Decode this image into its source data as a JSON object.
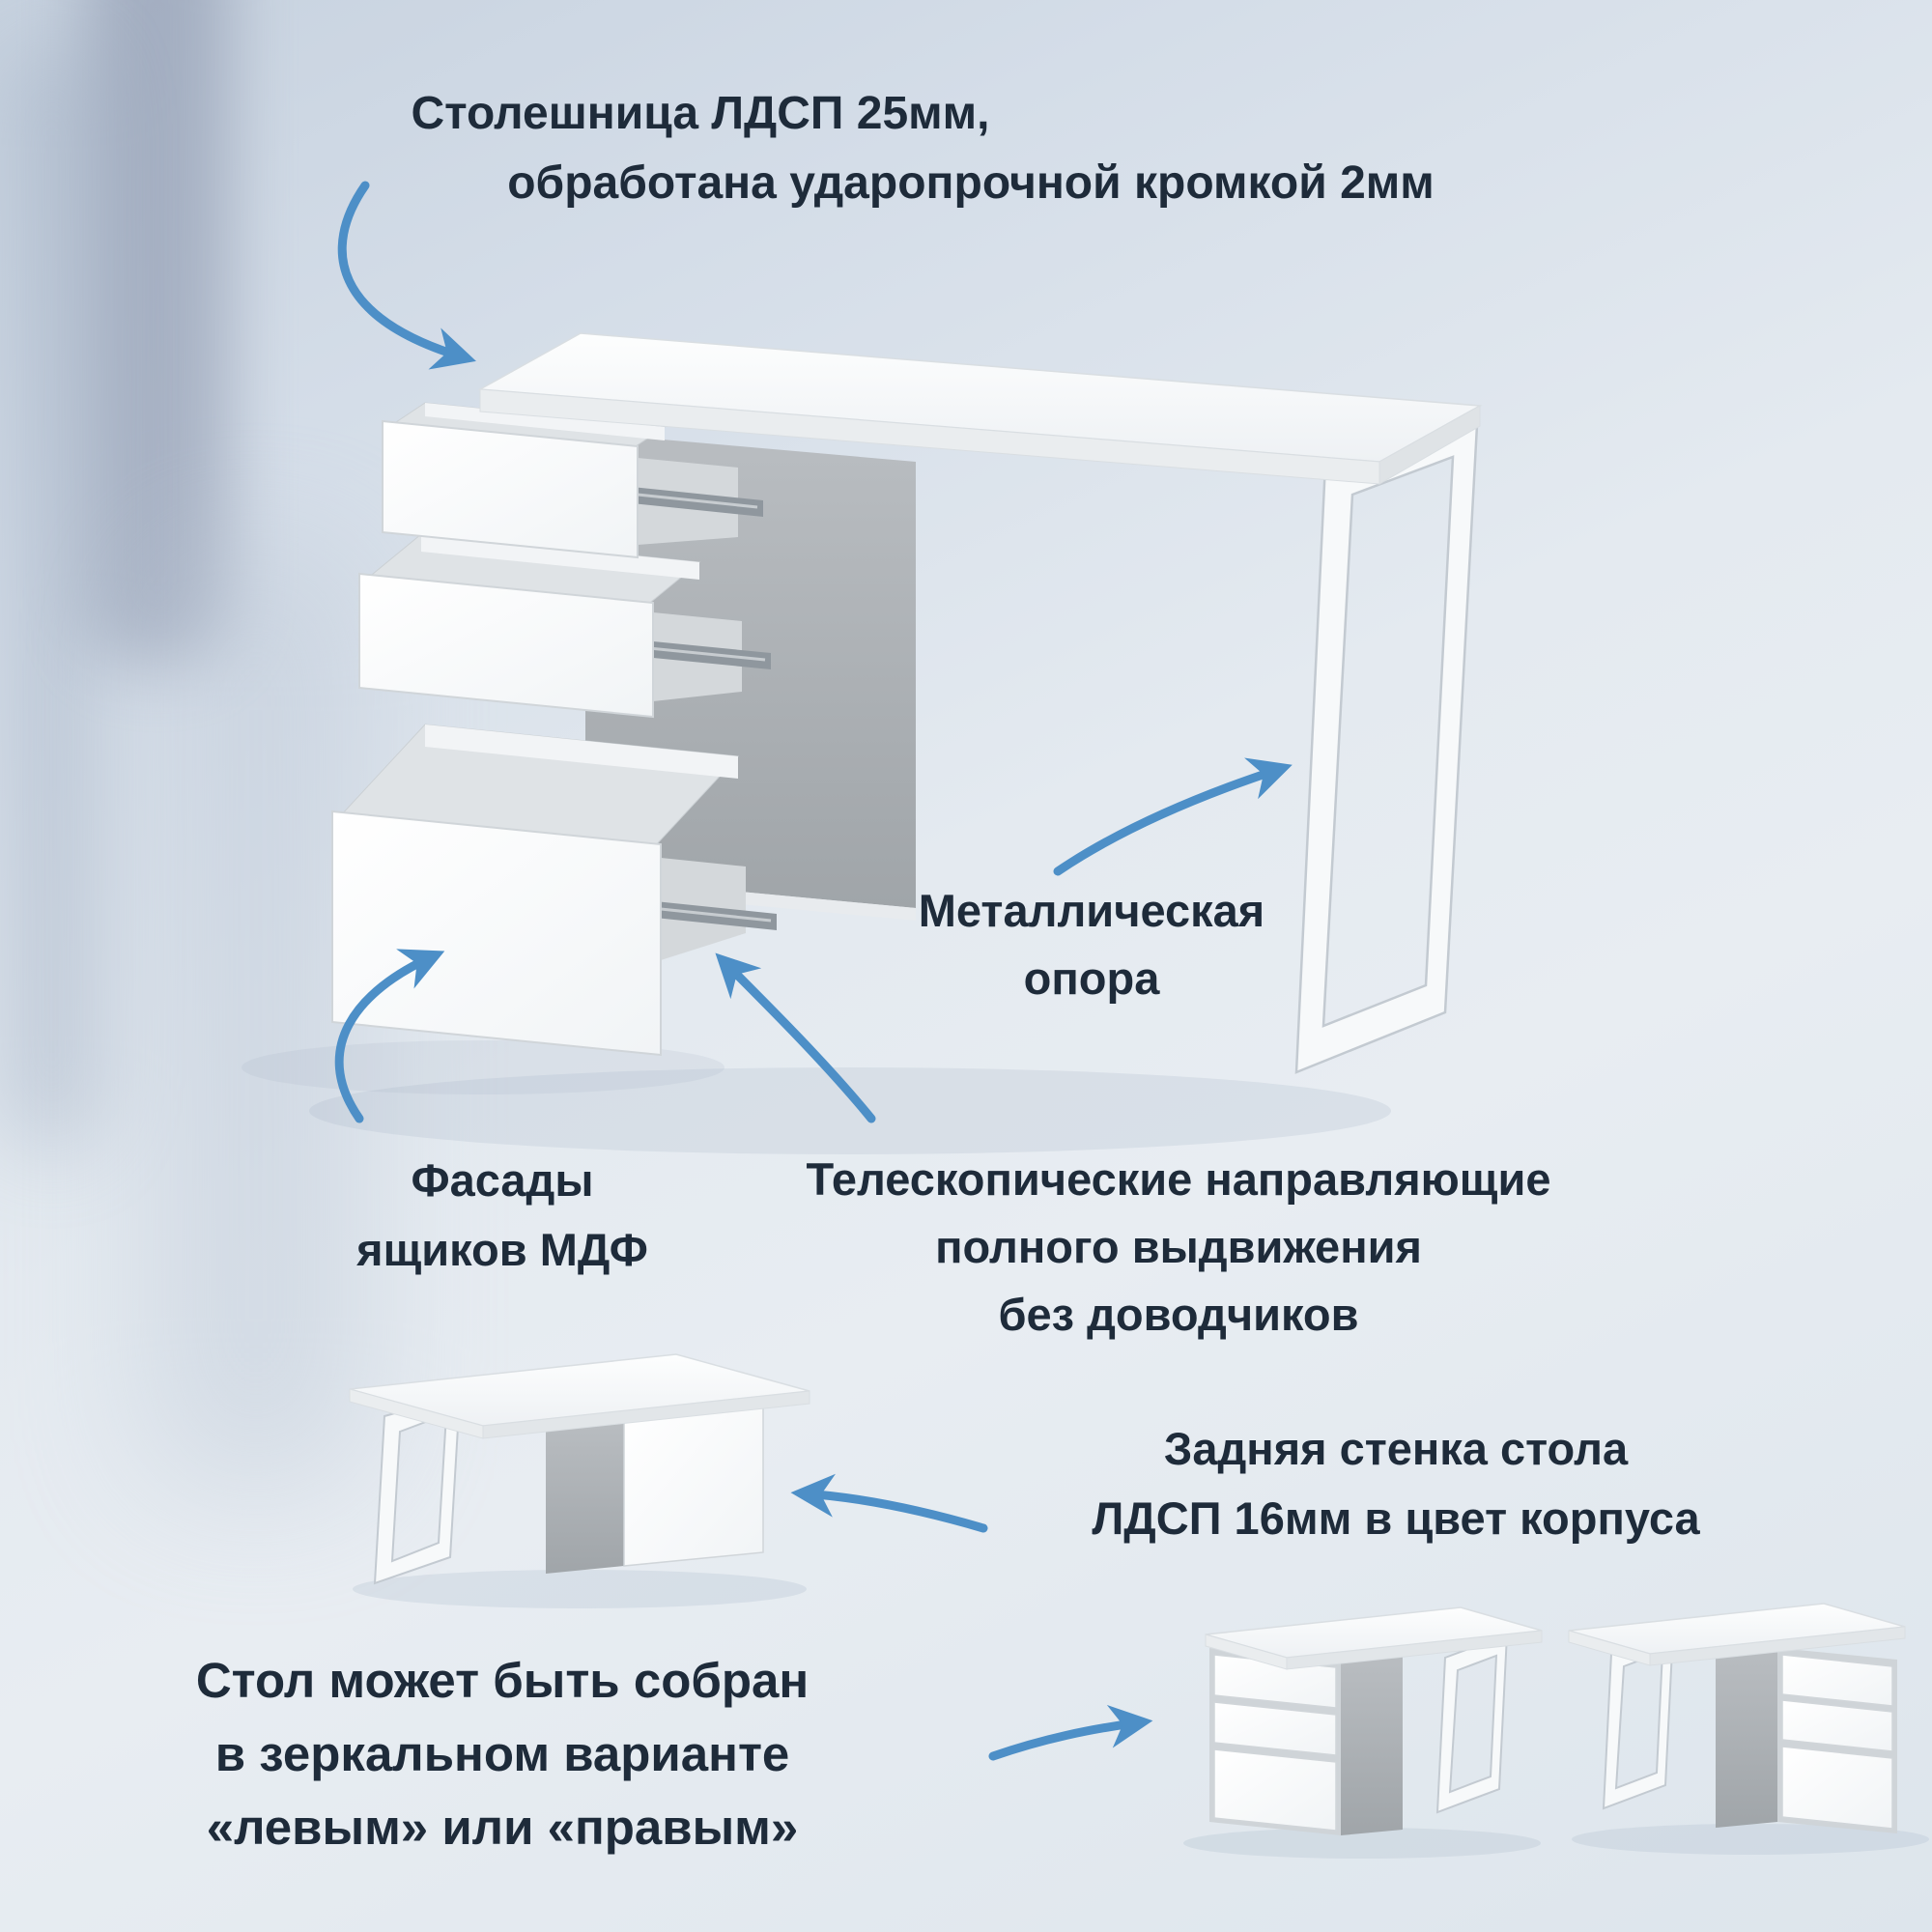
{
  "colors": {
    "accent_arrow": "#4d8fc7",
    "annotation_text": "#1e2b3a",
    "background_top": "#c7d2df",
    "background_bottom": "#e6ecf2",
    "desk_white": "#ffffff",
    "cabinet_gray": "#adb2b6"
  },
  "annotations": {
    "tabletop": {
      "lines": [
        "Столешница ЛДСП 25мм,",
        "обработана ударопрочной кромкой 2мм"
      ]
    },
    "metal_support": {
      "lines": [
        "Металлическая",
        "опора"
      ]
    },
    "drawer_fronts": {
      "lines": [
        "Фасады",
        "ящиков МДФ"
      ]
    },
    "slides": {
      "lines": [
        "Телескопические направляющие",
        "полного выдвижения",
        "без доводчиков"
      ]
    },
    "back_panel": {
      "lines": [
        "Задняя стенка стола",
        "ЛДСП 16мм в цвет корпуса"
      ]
    },
    "mirror_option": {
      "lines": [
        "Стол может быть собран",
        "в зеркальном варианте",
        "«левым» или «правым»"
      ]
    }
  }
}
